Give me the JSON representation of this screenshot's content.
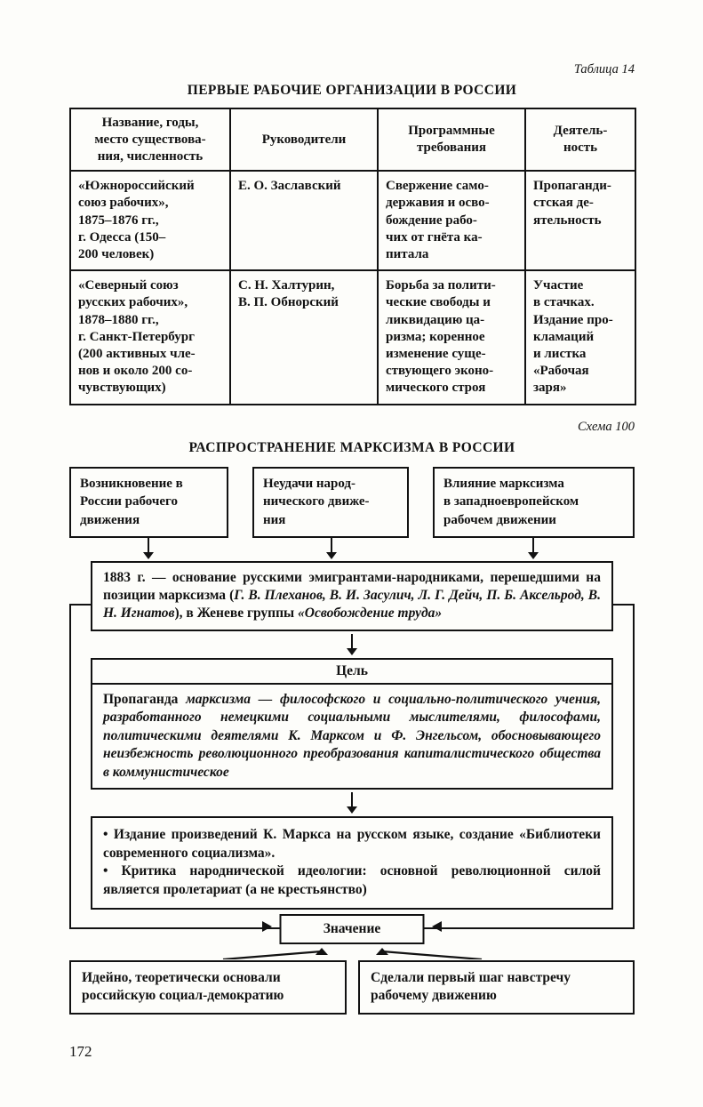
{
  "page": {
    "number": "172",
    "table_caption": "Таблица 14",
    "scheme_caption": "Схема 100"
  },
  "table": {
    "title": "ПЕРВЫЕ РАБОЧИЕ ОРГАНИЗАЦИИ В РОССИИ",
    "headers": [
      "Название, годы,\nместо существова-\nния, численность",
      "Руководители",
      "Программные\nтребования",
      "Деятель-\nность"
    ],
    "rows": [
      [
        "«Южнороссийский\nсоюз рабочих»,\n1875–1876 гг.,\nг. Одесса (150–\n200 человек)",
        "Е. О. Заславский",
        "Свержение само-\nдержавия и осво-\nбождение рабо-\nчих от гнёта ка-\nпитала",
        "Пропаганди-\nстская де-\nятельность"
      ],
      [
        "«Северный союз\nрусских рабочих»,\n1878–1880 гг.,\nг. Санкт-Петербург\n(200 активных чле-\nнов и около 200 со-\nчувствующих)",
        "С. Н. Халтурин,\nВ. П. Обнорский",
        "Борьба за полити-\nческие свободы и\nликвидацию ца-\nризма; коренное\nизменение суще-\nствующего эконо-\nмического строя",
        "Участие\nв стачках.\nИздание про-\nкламаций\nи листка\n«Рабочая\nзаря»"
      ]
    ]
  },
  "scheme": {
    "title": "РАСПРОСТРАНЕНИЕ МАРКСИЗМА В РОССИИ",
    "top_boxes": [
      "Возникновение  в\nРоссии  рабочего\nдвижения",
      "Неудачи народ-\nнического движе-\nния",
      "Влияние марксизма\nв  западноевропейском\nрабочем движении"
    ],
    "founding": {
      "year": "1883 г.",
      "pre": " — основание русскими эмигрантами-народниками, перешедшими на позиции марксизма (",
      "names": "Г. В. Плеханов, В. И. Засулич, Л. Г. Дейч, П. Б. Аксельрод, В. Н. Игнатов",
      "post": "), в Женеве группы ",
      "group": "«Освобождение труда»"
    },
    "goal": {
      "header": "Цель",
      "lead": "Пропаганда ",
      "term": "марксизма",
      "rest": " — философского и социально-политического учения, разработанного немецкими социальными мыслителями, философами, политическими деятелями К. Марксом и Ф. Энгельсом, обосновывающего неизбежность революционного преобразования капиталистического общества в коммунистическое"
    },
    "results": [
      "Издание произведений К. Маркса на русском языке, создание «Библиотеки современного социализма».",
      "Критика народнической идеологии: основной революционной силой является пролетариат (а не крестьянство)"
    ],
    "significance_label": "Значение",
    "significance_boxes": [
      "Идейно, теоретически основали\nроссийскую социал-демократию",
      "Сделали первый шаг навстречу\nрабочему движению"
    ]
  }
}
